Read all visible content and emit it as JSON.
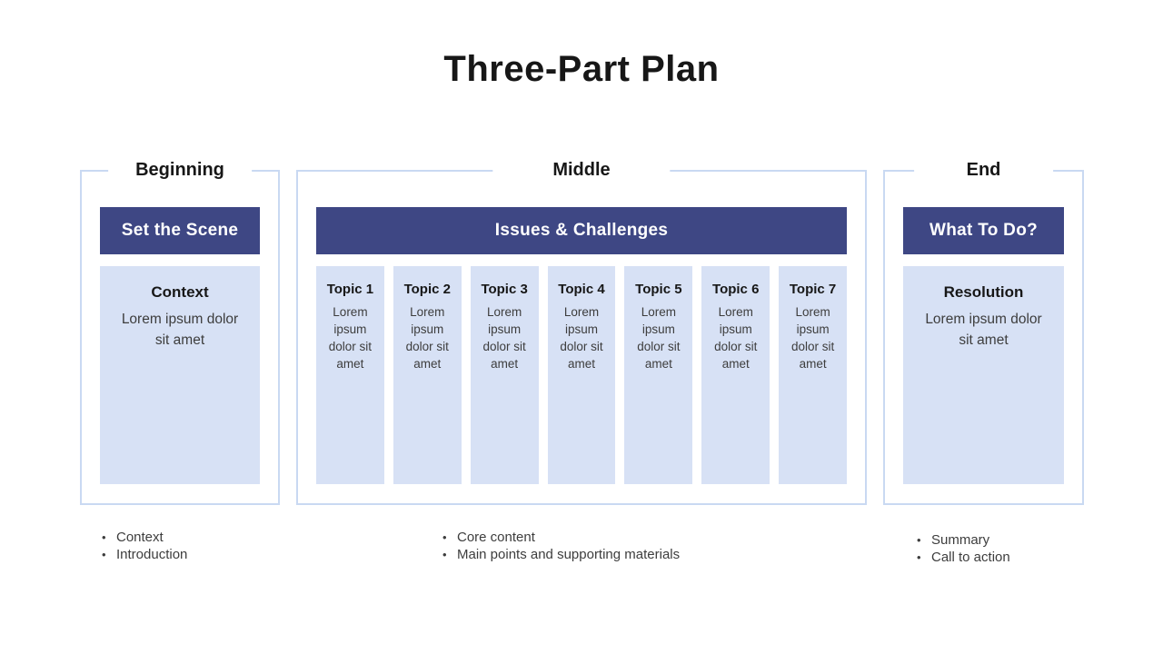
{
  "title": "Three-Part Plan",
  "colors": {
    "accent": "#3E4784",
    "fill": "#D7E1F5",
    "line": "#C9D9F2",
    "ink": "#171717",
    "body-text": "#3d3d3d",
    "on-accent": "#ffffff",
    "bg": "#ffffff"
  },
  "sections": [
    {
      "label": "Beginning",
      "header": "Set the Scene",
      "cards": [
        {
          "heading": "Context",
          "body": "Lorem ipsum dolor sit amet"
        }
      ],
      "notes": [
        "Context",
        "Introduction"
      ]
    },
    {
      "label": "Middle",
      "header": "Issues & Challenges",
      "cards": [
        {
          "heading": "Topic 1",
          "body": "Lorem ipsum dolor sit amet"
        },
        {
          "heading": "Topic 2",
          "body": "Lorem ipsum dolor sit amet"
        },
        {
          "heading": "Topic 3",
          "body": "Lorem ipsum dolor sit amet"
        },
        {
          "heading": "Topic 4",
          "body": "Lorem ipsum dolor sit amet"
        },
        {
          "heading": "Topic 5",
          "body": "Lorem ipsum dolor sit amet"
        },
        {
          "heading": "Topic 6",
          "body": "Lorem ipsum dolor sit amet"
        },
        {
          "heading": "Topic 7",
          "body": "Lorem ipsum dolor sit amet"
        }
      ],
      "notes": [
        "Core content",
        "Main points and supporting materials"
      ]
    },
    {
      "label": "End",
      "header": "What To Do?",
      "cards": [
        {
          "heading": "Resolution",
          "body": "Lorem ipsum dolor sit amet"
        }
      ],
      "notes": [
        "Summary",
        "Call to action"
      ]
    }
  ]
}
